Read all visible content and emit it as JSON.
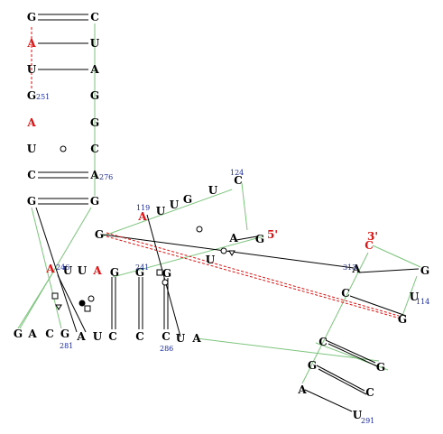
{
  "colors": {
    "nucleotide": "#000000",
    "highlight": "#dd1111",
    "number": "#1a2a9c",
    "backbone": "#7cc47c",
    "pair": "#000000",
    "tertiary": "#dd1111"
  },
  "nucleotides": [
    {
      "id": "n1",
      "letter": "G",
      "red": false
    },
    {
      "id": "n2",
      "letter": "A",
      "red": true
    },
    {
      "id": "n3",
      "letter": "U",
      "red": false
    },
    {
      "id": "n4",
      "letter": "G",
      "red": false
    },
    {
      "id": "n5",
      "letter": "A",
      "red": true
    },
    {
      "id": "n6",
      "letter": "U",
      "red": false
    },
    {
      "id": "n7",
      "letter": "C",
      "red": false
    },
    {
      "id": "n8",
      "letter": "G",
      "red": false
    },
    {
      "id": "n9",
      "letter": "C",
      "red": false
    },
    {
      "id": "n10",
      "letter": "U",
      "red": false
    },
    {
      "id": "n11",
      "letter": "A",
      "red": false
    },
    {
      "id": "n12",
      "letter": "G",
      "red": false
    },
    {
      "id": "n13",
      "letter": "G",
      "red": false
    },
    {
      "id": "n14",
      "letter": "C",
      "red": false
    },
    {
      "id": "n15",
      "letter": "A",
      "red": false
    },
    {
      "id": "n16",
      "letter": "G",
      "red": false
    },
    {
      "id": "n17",
      "letter": "U",
      "red": false
    },
    {
      "id": "n18",
      "letter": "A",
      "red": true
    },
    {
      "id": "n19",
      "letter": "U",
      "red": false
    },
    {
      "id": "n20",
      "letter": "G",
      "red": false
    },
    {
      "id": "n21",
      "letter": "U",
      "red": false
    },
    {
      "id": "n22",
      "letter": "C",
      "red": false
    },
    {
      "id": "n23",
      "letter": "G",
      "red": false
    },
    {
      "id": "n24",
      "letter": "A",
      "red": false
    },
    {
      "id": "n25",
      "letter": "U",
      "red": false
    },
    {
      "id": "n26",
      "letter": "A",
      "red": true
    },
    {
      "id": "n27",
      "letter": "U",
      "red": false
    },
    {
      "id": "n28",
      "letter": "U",
      "red": false
    },
    {
      "id": "n29",
      "letter": "A",
      "red": true
    },
    {
      "id": "n30",
      "letter": "G",
      "red": false
    },
    {
      "id": "n31",
      "letter": "G",
      "red": false
    },
    {
      "id": "n32",
      "letter": "G",
      "red": false
    },
    {
      "id": "n33",
      "letter": "G",
      "red": false
    },
    {
      "id": "n34",
      "letter": "A",
      "red": false
    },
    {
      "id": "n35",
      "letter": "C",
      "red": false
    },
    {
      "id": "n36",
      "letter": "G",
      "red": false
    },
    {
      "id": "n37",
      "letter": "A",
      "red": false
    },
    {
      "id": "n38",
      "letter": "U",
      "red": false
    },
    {
      "id": "n39",
      "letter": "C",
      "red": false
    },
    {
      "id": "n40",
      "letter": "C",
      "red": false
    },
    {
      "id": "n41",
      "letter": "C",
      "red": false
    },
    {
      "id": "n42",
      "letter": "U",
      "red": false
    },
    {
      "id": "n43",
      "letter": "A",
      "red": false
    },
    {
      "id": "n44",
      "letter": "C",
      "red": true
    },
    {
      "id": "n45",
      "letter": "A",
      "red": false
    },
    {
      "id": "n46",
      "letter": "G",
      "red": false
    },
    {
      "id": "n47",
      "letter": "C",
      "red": false
    },
    {
      "id": "n48",
      "letter": "U",
      "red": false
    },
    {
      "id": "n49",
      "letter": "G",
      "red": false
    },
    {
      "id": "n50",
      "letter": "C",
      "red": false
    },
    {
      "id": "n51",
      "letter": "G",
      "red": false
    },
    {
      "id": "n52",
      "letter": "G",
      "red": false
    },
    {
      "id": "n53",
      "letter": "A",
      "red": false
    },
    {
      "id": "n54",
      "letter": "C",
      "red": false
    },
    {
      "id": "n55",
      "letter": "U",
      "red": false
    },
    {
      "id": "n56",
      "letter": "G",
      "red": false
    }
  ],
  "labels": [
    {
      "id": "l251",
      "text": "251",
      "color": "number"
    },
    {
      "id": "l276",
      "text": "276",
      "color": "number"
    },
    {
      "id": "l124",
      "text": "124",
      "color": "number"
    },
    {
      "id": "l119",
      "text": "119",
      "color": "number"
    },
    {
      "id": "l5p",
      "text": "5'",
      "color": "highlight"
    },
    {
      "id": "l246",
      "text": "246",
      "color": "number"
    },
    {
      "id": "l241",
      "text": "241",
      "color": "number"
    },
    {
      "id": "l281",
      "text": "281",
      "color": "number"
    },
    {
      "id": "l286",
      "text": "286",
      "color": "number"
    },
    {
      "id": "l3p",
      "text": "3'",
      "color": "highlight"
    },
    {
      "id": "l313",
      "text": "313",
      "color": "number"
    },
    {
      "id": "l114",
      "text": "114",
      "color": "number"
    },
    {
      "id": "l291",
      "text": "291",
      "color": "number"
    }
  ]
}
